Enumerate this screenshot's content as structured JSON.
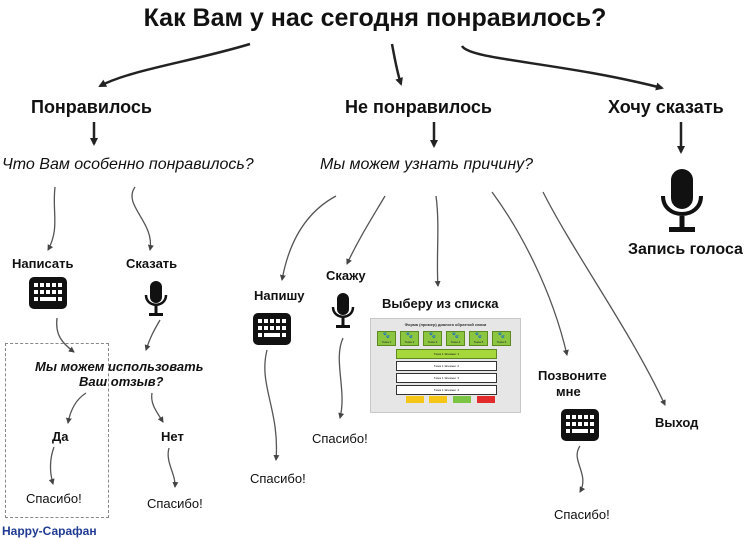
{
  "title": "Как Вам у нас сегодня понравилось?",
  "branches": {
    "liked": {
      "label": "Понравилось",
      "question": "Что Вам особенно понравилось?",
      "write": "Написать",
      "say": "Сказать",
      "question2_line1": "Мы можем использовать",
      "question2_line2": "Ваш отзыв?",
      "yes": "Да",
      "no": "Нет",
      "thanks_yes": "Спасибо!",
      "thanks_no": "Спасибо!"
    },
    "disliked": {
      "label": "Не понравилось",
      "question": "Мы можем узнать причину?",
      "write": "Напишу",
      "say": "Скажу",
      "choose": "Выберу из списка",
      "call_line1": "Позвоните",
      "call_line2": "мне",
      "exit": "Выход",
      "thanks_write": "Спасибо!",
      "thanks_say": "Спасибо!",
      "thanks_call": "Спасибо!"
    },
    "tell": {
      "label": "Хочу сказать",
      "voice": "Запись голоса"
    }
  },
  "mockup": {
    "caption": "Форма (пример) диалога обратной связи",
    "tiles": [
      "Тема 1",
      "Тема 2",
      "Тема 3",
      "Тема 4",
      "Тема 5",
      "Тема 6"
    ],
    "options": [
      "Тема 1 Элемент 1",
      "Тема 1 Элемент 2",
      "Тема 1 Элемент 3",
      "Тема 1 Элемент 4"
    ],
    "buttons": [
      "",
      "",
      "",
      ""
    ],
    "colors": {
      "tile": "#8cc640",
      "selected": "#a6d83c",
      "yellow": "#f5c518",
      "green": "#7cc444",
      "red": "#e32b2b"
    }
  },
  "brand": "Happy-Сарафан",
  "icons": [
    "keyboard-icon",
    "microphone-icon"
  ]
}
